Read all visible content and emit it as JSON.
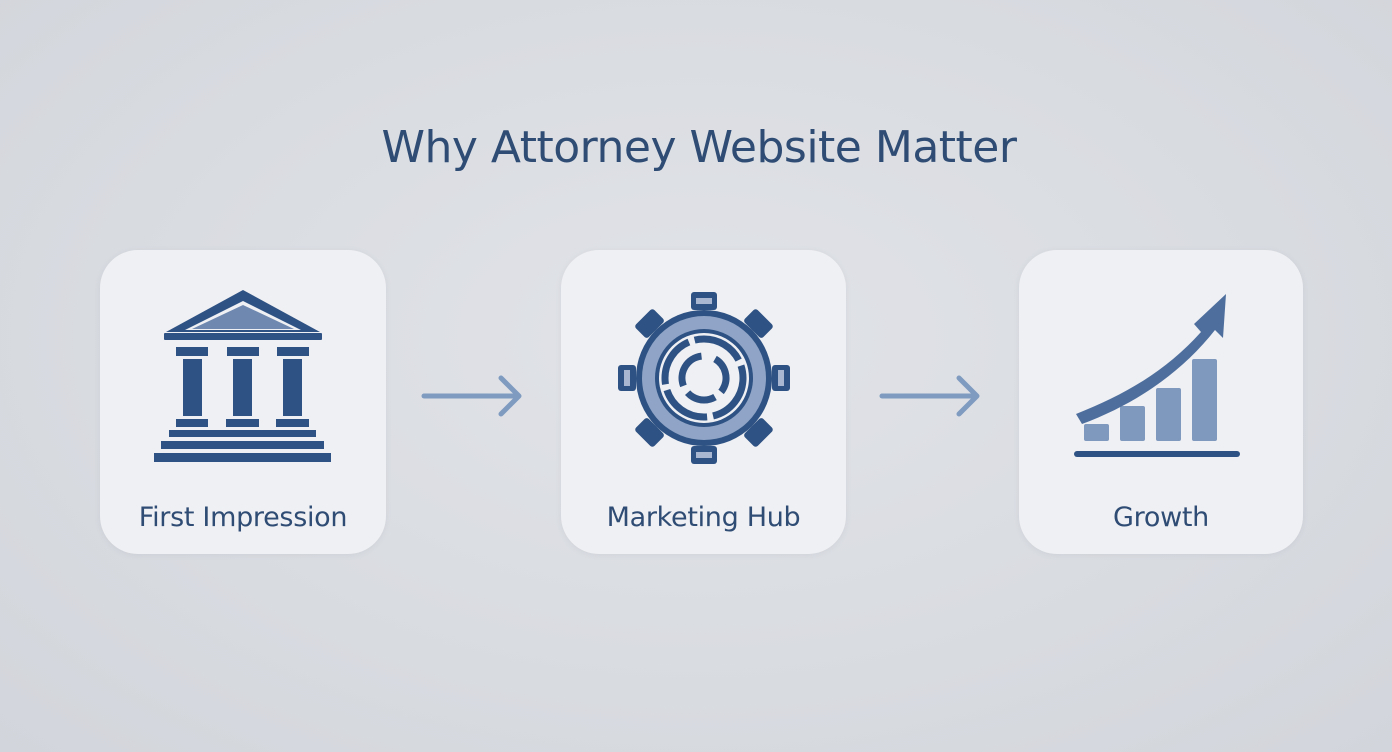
{
  "title": "Why Attorney Website Matter",
  "steps": [
    {
      "label": "First Impression",
      "icon": "courthouse-icon"
    },
    {
      "label": "Marketing Hub",
      "icon": "gear-icon"
    },
    {
      "label": "Growth",
      "icon": "growth-chart-icon"
    }
  ],
  "connectors": [
    {
      "icon": "arrow-right-icon",
      "from": "First Impression",
      "to": "Marketing Hub"
    },
    {
      "icon": "arrow-right-icon",
      "from": "Marketing Hub",
      "to": "Growth"
    }
  ],
  "colors": {
    "background": "#d9dce1",
    "card": "#eff0f3",
    "text_primary": "#2f4c74",
    "icon_dark": "#2e5283",
    "icon_mid": "#5874a0",
    "icon_light": "#8aa0c2",
    "arrow": "#7f9bc0"
  }
}
